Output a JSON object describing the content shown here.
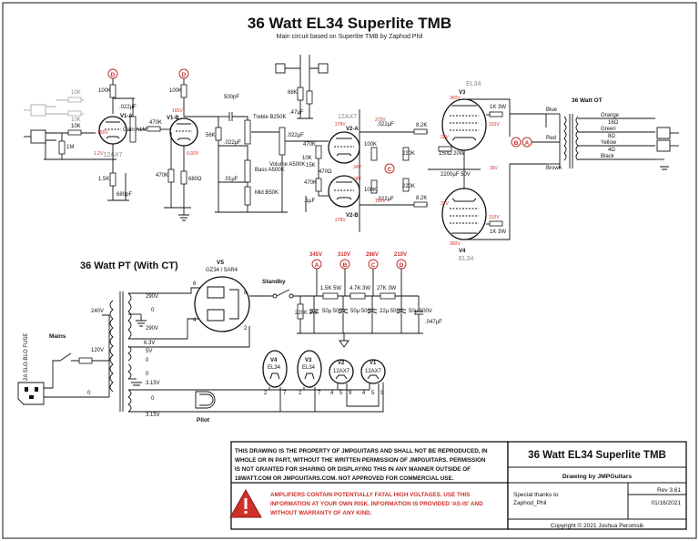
{
  "title": "36 Watt EL34 Superlite TMB",
  "subtitle": "Main circuit based on Superlite TMB by Zaphod Phil",
  "preamp": {
    "tube_a": "V1-A",
    "tube_b": "V1-B",
    "tube_type": "12AX7",
    "node": "D",
    "r_plate_a": "100K",
    "r_plate_b": "100K",
    "c_bright": ".022µF",
    "r_grid": "10K",
    "r_grid_leak": "1M",
    "r_cath_a": "1.5K",
    "c_cath_a": "680pF",
    "gain_pot": "Gain A1M",
    "r_coupling": "470K",
    "r_cath_b_val": "470K",
    "r_cath_b": "680Ω",
    "v_plate_a": "165V",
    "v_cath_a": "1.2V",
    "v_plate_b": "165V",
    "v_cath_b": "0.92V",
    "r_in_top": "10K",
    "r_in_bot": "10K"
  },
  "tone": {
    "treble": "Treble B250K",
    "bass": "Bass A500K",
    "mid": "Mid B50K",
    "volume": "Volume A500K",
    "c_treble": "500pF",
    "r_slope": "56K",
    "c_bass": ".022µF",
    "c_mid": ".01µF",
    "c_out": ".022µF"
  },
  "pi": {
    "tube_a": "V2-A",
    "tube_b": "V2-B",
    "tube_type": "12AX7",
    "r_tail": "10K",
    "r_bias": "470K",
    "r_bias2": "470K",
    "r_mix": "68K",
    "r_cath": "15K",
    "r_neg": "470Ω",
    "c_tail": ".1µF",
    "c_pres": ".47µF",
    "r_plate_a": "100K",
    "r_plate_b": "100K",
    "c_out_a": ".022µF",
    "c_out_b": ".022µF",
    "r_grid_a": "220K",
    "r_grid_b": "220K",
    "node": "C",
    "v_plate_a": "278V",
    "v_plate_b": "278V",
    "v_mid": "34V",
    "v_low": "28V",
    "v_bot_a": "150V",
    "v_bot_b": "273V"
  },
  "power": {
    "v3_label": "V3",
    "v4_label": "V4",
    "tube_type": "EL34",
    "r_stop_a": "8.2K",
    "r_stop_b": "8.2K",
    "r_screen_a": "1K 3W",
    "r_screen_b": "1K 3W",
    "r_cath": "150Ω 20W",
    "c_cath": "2200µF 50V",
    "nodes": [
      "B",
      "A"
    ],
    "v_plate_a": "360V",
    "v_plate_b": "360V",
    "v_screen_a": "310V",
    "v_screen_b": "310V",
    "v_cath": "36V",
    "v_grid_a": "32V",
    "v_grid_b": "32V"
  },
  "ot": {
    "label": "36 Watt OT",
    "wires": [
      "Blue",
      "Red",
      "Brown"
    ],
    "taps": [
      "Orange",
      "16Ω",
      "Green",
      "8Ω",
      "Yellow",
      "4Ω",
      "Black"
    ]
  },
  "pt": {
    "label": "36 Watt PT (With CT)",
    "primary": [
      "240V",
      "120V",
      "0"
    ],
    "hv": [
      "290V",
      "0",
      "290V"
    ],
    "rect_taps": [
      "5V",
      "0"
    ],
    "heater": [
      "6.3V",
      "0"
    ],
    "pilot_taps": [
      "3.15V",
      "0",
      "3.15V"
    ],
    "mains": "Mains",
    "fuse": "2A SLO-BLO FUSE",
    "rectifier": "V5",
    "rectifier_type": "GZ34 / 5AR4",
    "pins": [
      "6",
      "4",
      "8",
      "2"
    ],
    "standby": "Standby",
    "pilot": "Pilot"
  },
  "supply": {
    "nodes": [
      "A",
      "B",
      "C",
      "D"
    ],
    "voltages": [
      "345V",
      "310V",
      "286V",
      "210V"
    ],
    "resistors": [
      "1.5K 5W",
      "4.7K 3W",
      "27K 3W"
    ],
    "r_bleed": "220K 3W",
    "caps": [
      "50µ 500V",
      "50µ 500V",
      "22µ 500V",
      "50µ 500V"
    ],
    "c_extra": ".047µF"
  },
  "heaters": {
    "tubes": [
      {
        "label": "V4",
        "type": "EL34",
        "pins": [
          "2",
          "7"
        ]
      },
      {
        "label": "V3",
        "type": "EL34",
        "pins": [
          "2",
          "7"
        ]
      },
      {
        "label": "V2",
        "type": "12AX7",
        "pins": [
          "4",
          "5",
          "9"
        ]
      },
      {
        "label": "V1",
        "type": "12AX7",
        "pins": [
          "4",
          "5",
          "9"
        ]
      }
    ]
  },
  "disclaimer": {
    "lines": [
      "THIS DRAWING IS THE PROPERTY OF JMPGUITARS AND SHALL NOT BE REPRODUCED, IN",
      "WHOLE OR IN PART, WITHOUT THE WRITTEN PERMISSION OF JMPGUITARS. PERMISSION",
      "IS NOT GRANTED FOR SHARING OR DISPLAYING THIS IN ANY MANNER OUTSIDE OF",
      "18WATT.COM OR JMPGUITARS.COM. NOT APPROVED FOR COMMERCIAL USE."
    ],
    "warning": [
      "AMPLIFIERS CONTAIN POTENTIALLY FATAL HIGH VOLTAGES. USE THIS",
      "INFORMATION AT YOUR OWN RISK. INFORMATION IS PROVIDED 'AS-IS' AND",
      "WITHOUT WARRANTY OF ANY KIND."
    ]
  },
  "titleblock": {
    "title": "36 Watt EL34 Superlite TMB",
    "drawing_by": "Drawing by JMPGuitars",
    "thanks": [
      "Special thanks to",
      "Zaphod_Phil"
    ],
    "rev": "Rev 3.61",
    "date": "01/16/2021",
    "copyright": "Copyright © 2021 Joshua Peromsik"
  }
}
